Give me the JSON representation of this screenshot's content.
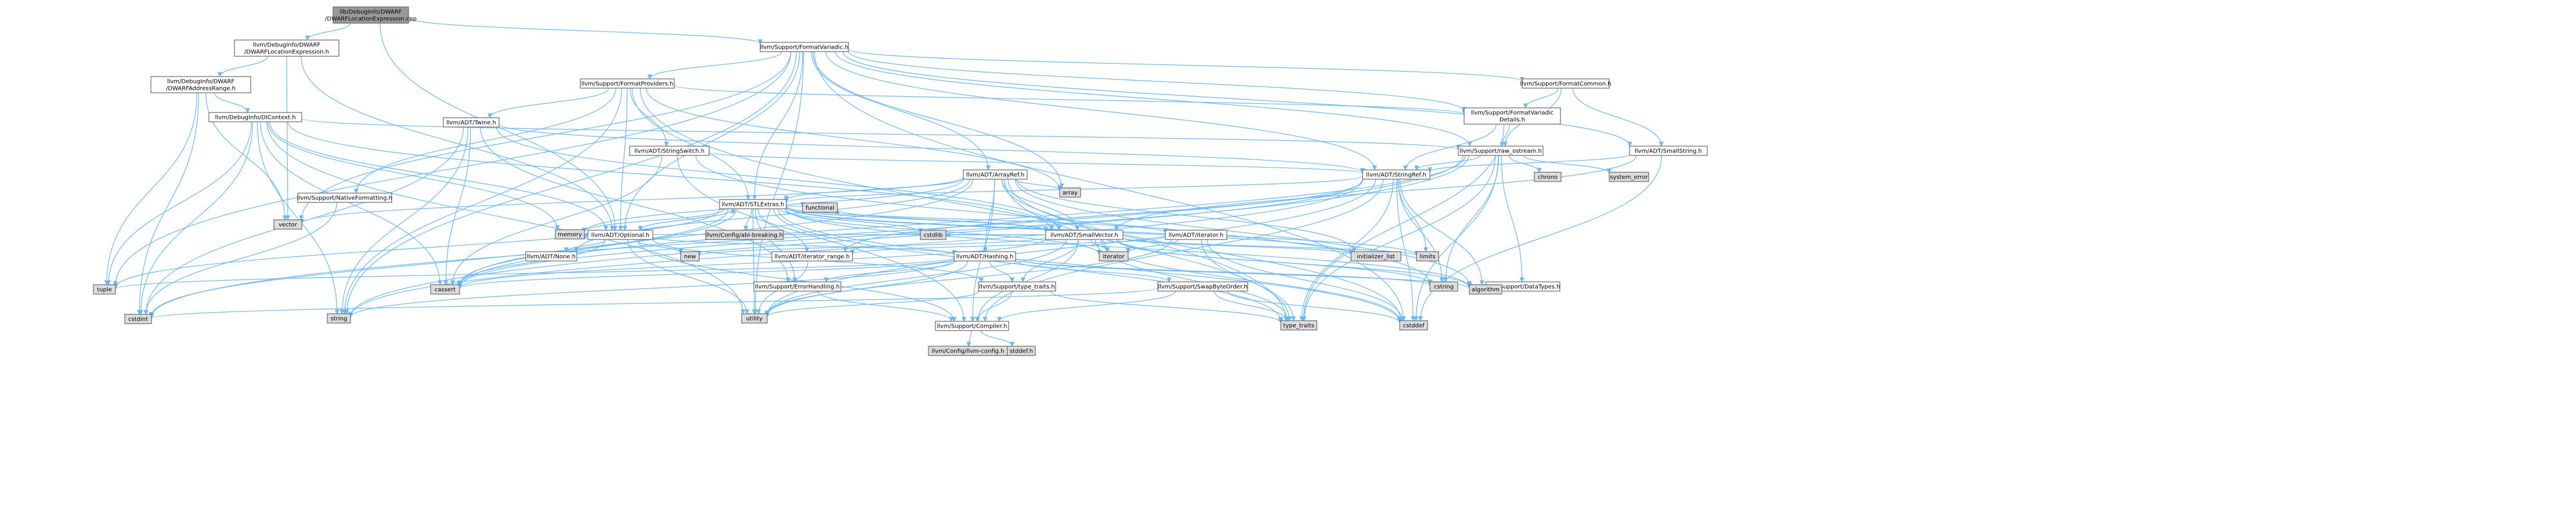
{
  "nodes": [
    {
      "id": "root",
      "lines": [
        "lib/DebugInfo/DWARF",
        "/DWARFLocationExpression.cpp"
      ],
      "fill": "#999999"
    },
    {
      "id": "h_dwarflocexpr",
      "lines": [
        "llvm/DebugInfo/DWARF",
        "/DWARFLocationExpression.h"
      ],
      "fill": "#ffffff"
    },
    {
      "id": "h_addrrange",
      "lines": [
        "llvm/DebugInfo/DWARF",
        "/DWARFAddressRange.h"
      ],
      "fill": "#ffffff"
    },
    {
      "id": "h_dicontext",
      "lines": [
        "llvm/DebugInfo/DIContext.h"
      ],
      "fill": "#ffffff",
      "stroke": "#ff0000",
      "text": "#ff0000"
    },
    {
      "id": "h_formatvariadic",
      "lines": [
        "llvm/Support/FormatVariadic.h"
      ],
      "fill": "#ffffff"
    },
    {
      "id": "h_formatproviders",
      "lines": [
        "llvm/Support/FormatProviders.h"
      ],
      "fill": "#ffffff"
    },
    {
      "id": "h_formatcommon",
      "lines": [
        "llvm/Support/FormatCommon.h"
      ],
      "fill": "#ffffff"
    },
    {
      "id": "h_fvdetails",
      "lines": [
        "llvm/Support/FormatVariadic",
        "Details.h"
      ],
      "fill": "#ffffff"
    },
    {
      "id": "h_twine",
      "lines": [
        "llvm/ADT/Twine.h"
      ],
      "fill": "#ffffff"
    },
    {
      "id": "h_stringswitch",
      "lines": [
        "llvm/ADT/StringSwitch.h"
      ],
      "fill": "#ffffff"
    },
    {
      "id": "h_rawostream",
      "lines": [
        "llvm/Support/raw_ostream.h"
      ],
      "fill": "#ffffff"
    },
    {
      "id": "h_smallstring",
      "lines": [
        "llvm/ADT/SmallString.h"
      ],
      "fill": "#ffffff"
    },
    {
      "id": "h_arrayref",
      "lines": [
        "llvm/ADT/ArrayRef.h"
      ],
      "fill": "#ffffff"
    },
    {
      "id": "h_stringref",
      "lines": [
        "llvm/ADT/StringRef.h"
      ],
      "fill": "#ffffff"
    },
    {
      "id": "h_nativeformatting",
      "lines": [
        "llvm/Support/NativeFormatting.h"
      ],
      "fill": "#ffffff"
    },
    {
      "id": "h_stlextras",
      "lines": [
        "llvm/ADT/STLExtras.h"
      ],
      "fill": "#ffffff"
    },
    {
      "id": "h_optional",
      "lines": [
        "llvm/ADT/Optional.h"
      ],
      "fill": "#ffffff"
    },
    {
      "id": "h_abibreaking",
      "lines": [
        "llvm/Config/abi-breaking.h"
      ],
      "fill": "#dddddd"
    },
    {
      "id": "h_smallvector",
      "lines": [
        "llvm/ADT/SmallVector.h"
      ],
      "fill": "#ffffff",
      "stroke": "#ff0000",
      "text": "#ff0000"
    },
    {
      "id": "h_iterator",
      "lines": [
        "llvm/ADT/iterator.h"
      ],
      "fill": "#ffffff"
    },
    {
      "id": "h_none",
      "lines": [
        "llvm/ADT/None.h"
      ],
      "fill": "#ffffff"
    },
    {
      "id": "h_iteratorrange",
      "lines": [
        "llvm/ADT/iterator_range.h"
      ],
      "fill": "#ffffff"
    },
    {
      "id": "h_hashing",
      "lines": [
        "llvm/ADT/Hashing.h"
      ],
      "fill": "#ffffff"
    },
    {
      "id": "h_errorhandling",
      "lines": [
        "llvm/Support/ErrorHandling.h"
      ],
      "fill": "#ffffff"
    },
    {
      "id": "h_typetraits",
      "lines": [
        "llvm/Support/type_traits.h"
      ],
      "fill": "#ffffff"
    },
    {
      "id": "h_swapbyteorder",
      "lines": [
        "llvm/Support/SwapByteOrder.h"
      ],
      "fill": "#ffffff",
      "stroke": "#ff0000",
      "text": "#ff0000"
    },
    {
      "id": "h_datatypes",
      "lines": [
        "llvm/Support/DataTypes.h"
      ],
      "fill": "#ffffff",
      "stroke": "#ff0000",
      "text": "#ff0000"
    },
    {
      "id": "h_compiler",
      "lines": [
        "llvm/Support/Compiler.h"
      ],
      "fill": "#ffffff"
    },
    {
      "id": "h_llvmconfig",
      "lines": [
        "llvm/Config/llvm-config.h"
      ],
      "fill": "#dddddd"
    },
    {
      "id": "s_vector",
      "lines": [
        "vector"
      ],
      "fill": "#dddddd"
    },
    {
      "id": "s_tuple",
      "lines": [
        "tuple"
      ],
      "fill": "#dddddd"
    },
    {
      "id": "s_cstdint",
      "lines": [
        "cstdint"
      ],
      "fill": "#dddddd"
    },
    {
      "id": "s_string",
      "lines": [
        "string"
      ],
      "fill": "#dddddd"
    },
    {
      "id": "s_cassert",
      "lines": [
        "cassert"
      ],
      "fill": "#dddddd"
    },
    {
      "id": "s_memory",
      "lines": [
        "memory"
      ],
      "fill": "#dddddd"
    },
    {
      "id": "s_utility",
      "lines": [
        "utility"
      ],
      "fill": "#dddddd"
    },
    {
      "id": "s_new",
      "lines": [
        "new"
      ],
      "fill": "#dddddd"
    },
    {
      "id": "s_functional",
      "lines": [
        "functional"
      ],
      "fill": "#dddddd"
    },
    {
      "id": "s_cstdlib",
      "lines": [
        "cstdlib"
      ],
      "fill": "#dddddd"
    },
    {
      "id": "s_iterator",
      "lines": [
        "iterator"
      ],
      "fill": "#dddddd"
    },
    {
      "id": "s_initlist",
      "lines": [
        "initializer_list"
      ],
      "fill": "#dddddd"
    },
    {
      "id": "s_limits",
      "lines": [
        "limits"
      ],
      "fill": "#dddddd"
    },
    {
      "id": "s_algorithm",
      "lines": [
        "algorithm"
      ],
      "fill": "#dddddd"
    },
    {
      "id": "s_cstring",
      "lines": [
        "cstring"
      ],
      "fill": "#dddddd"
    },
    {
      "id": "s_typetraits",
      "lines": [
        "type_traits"
      ],
      "fill": "#dddddd"
    },
    {
      "id": "s_cstddef",
      "lines": [
        "cstddef"
      ],
      "fill": "#dddddd"
    },
    {
      "id": "s_stddef",
      "lines": [
        "stddef.h"
      ],
      "fill": "#dddddd"
    },
    {
      "id": "s_array",
      "lines": [
        "array"
      ],
      "fill": "#dddddd"
    },
    {
      "id": "s_chrono",
      "lines": [
        "chrono"
      ],
      "fill": "#dddddd"
    },
    {
      "id": "s_systemerror",
      "lines": [
        "system_error"
      ],
      "fill": "#dddddd"
    }
  ],
  "edges": [
    [
      "root",
      "h_dwarflocexpr"
    ],
    [
      "root",
      "h_formatvariadic"
    ],
    [
      "root",
      "h_optional"
    ],
    [
      "h_dwarflocexpr",
      "h_addrrange"
    ],
    [
      "h_dwarflocexpr",
      "s_vector"
    ],
    [
      "h_dwarflocexpr",
      "h_optional"
    ],
    [
      "h_addrrange",
      "h_dicontext"
    ],
    [
      "h_addrrange",
      "s_cstdint"
    ],
    [
      "h_addrrange",
      "s_tuple"
    ],
    [
      "h_addrrange",
      "s_vector"
    ],
    [
      "h_dicontext",
      "h_smallvector"
    ],
    [
      "h_dicontext",
      "h_rawostream"
    ],
    [
      "h_dicontext",
      "h_optional"
    ],
    [
      "h_dicontext",
      "s_cassert"
    ],
    [
      "h_dicontext",
      "s_cstdint"
    ],
    [
      "h_dicontext",
      "s_memory"
    ],
    [
      "h_dicontext",
      "s_string"
    ],
    [
      "h_dicontext",
      "s_tuple"
    ],
    [
      "h_dicontext",
      "s_utility"
    ],
    [
      "h_formatvariadic",
      "h_arrayref"
    ],
    [
      "h_formatvariadic",
      "h_optional"
    ],
    [
      "h_formatvariadic",
      "h_stlextras"
    ],
    [
      "h_formatvariadic",
      "h_smallstring"
    ],
    [
      "h_formatvariadic",
      "h_stringref"
    ],
    [
      "h_formatvariadic",
      "h_formatcommon"
    ],
    [
      "h_formatvariadic",
      "h_formatproviders"
    ],
    [
      "h_formatvariadic",
      "h_fvdetails"
    ],
    [
      "h_formatvariadic",
      "h_rawostream"
    ],
    [
      "h_formatvariadic",
      "s_array"
    ],
    [
      "h_formatvariadic",
      "s_cstddef"
    ],
    [
      "h_formatvariadic",
      "s_string"
    ],
    [
      "h_formatvariadic",
      "s_tuple"
    ],
    [
      "h_formatvariadic",
      "s_utility"
    ],
    [
      "h_formatvariadic",
      "s_vector"
    ],
    [
      "h_formatproviders",
      "h_optional"
    ],
    [
      "h_formatproviders",
      "h_stlextras"
    ],
    [
      "h_formatproviders",
      "h_stringswitch"
    ],
    [
      "h_formatproviders",
      "h_twine"
    ],
    [
      "h_formatproviders",
      "h_fvdetails"
    ],
    [
      "h_formatproviders",
      "h_nativeformatting"
    ],
    [
      "h_formatproviders",
      "s_array"
    ],
    [
      "h_formatproviders",
      "s_string"
    ],
    [
      "h_formatproviders",
      "s_typetraits"
    ],
    [
      "h_formatcommon",
      "h_smallstring"
    ],
    [
      "h_formatcommon",
      "h_fvdetails"
    ],
    [
      "h_formatcommon",
      "h_rawostream"
    ],
    [
      "h_fvdetails",
      "h_stringref"
    ],
    [
      "h_fvdetails",
      "h_rawostream"
    ],
    [
      "h_fvdetails",
      "s_typetraits"
    ],
    [
      "h_twine",
      "h_smallvector"
    ],
    [
      "h_twine",
      "h_stringref"
    ],
    [
      "h_twine",
      "h_errorhandling"
    ],
    [
      "h_twine",
      "s_cassert"
    ],
    [
      "h_twine",
      "s_cstdint"
    ],
    [
      "h_twine",
      "s_string"
    ],
    [
      "h_stringswitch",
      "h_stringref"
    ],
    [
      "h_stringswitch",
      "h_compiler"
    ],
    [
      "h_stringswitch",
      "s_cassert"
    ],
    [
      "h_stringswitch",
      "s_cstring"
    ],
    [
      "h_rawostream",
      "h_stringref"
    ],
    [
      "h_rawostream",
      "h_datatypes"
    ],
    [
      "h_rawostream",
      "s_cassert"
    ],
    [
      "h_rawostream",
      "s_chrono"
    ],
    [
      "h_rawostream",
      "s_cstddef"
    ],
    [
      "h_rawostream",
      "s_cstdint"
    ],
    [
      "h_rawostream",
      "s_cstring"
    ],
    [
      "h_rawostream",
      "s_string"
    ],
    [
      "h_rawostream",
      "s_systemerror"
    ],
    [
      "h_rawostream",
      "s_typetraits"
    ],
    [
      "h_smallstring",
      "h_smallvector"
    ],
    [
      "h_smallstring",
      "h_stringref"
    ],
    [
      "h_smallstring",
      "s_cstddef"
    ],
    [
      "h_arrayref",
      "h_hashing"
    ],
    [
      "h_arrayref",
      "h_none"
    ],
    [
      "h_arrayref",
      "h_smallvector"
    ],
    [
      "h_arrayref",
      "h_stlextras"
    ],
    [
      "h_arrayref",
      "h_compiler"
    ],
    [
      "h_arrayref",
      "s_algorithm"
    ],
    [
      "h_arrayref",
      "s_array"
    ],
    [
      "h_arrayref",
      "s_cassert"
    ],
    [
      "h_arrayref",
      "s_cstddef"
    ],
    [
      "h_arrayref",
      "s_initlist"
    ],
    [
      "h_arrayref",
      "s_iterator"
    ],
    [
      "h_arrayref",
      "s_memory"
    ],
    [
      "h_arrayref",
      "s_typetraits"
    ],
    [
      "h_arrayref",
      "s_vector"
    ],
    [
      "h_stringref",
      "h_stlextras"
    ],
    [
      "h_stringref",
      "h_iteratorrange"
    ],
    [
      "h_stringref",
      "h_compiler"
    ],
    [
      "h_stringref",
      "s_algorithm"
    ],
    [
      "h_stringref",
      "s_cassert"
    ],
    [
      "h_stringref",
      "s_cstddef"
    ],
    [
      "h_stringref",
      "s_cstring"
    ],
    [
      "h_stringref",
      "s_limits"
    ],
    [
      "h_stringref",
      "s_string"
    ],
    [
      "h_stringref",
      "s_typetraits"
    ],
    [
      "h_stringref",
      "s_utility"
    ],
    [
      "h_nativeformatting",
      "s_cstdint"
    ],
    [
      "h_stlextras",
      "h_optional"
    ],
    [
      "h_stlextras",
      "h_abibreaking"
    ],
    [
      "h_stlextras",
      "h_smallvector"
    ],
    [
      "h_stlextras",
      "h_iterator"
    ],
    [
      "h_stlextras",
      "h_iteratorrange"
    ],
    [
      "h_stlextras",
      "h_errorhandling"
    ],
    [
      "h_stlextras",
      "s_algorithm"
    ],
    [
      "h_stlextras",
      "s_cassert"
    ],
    [
      "h_stlextras",
      "s_cstddef"
    ],
    [
      "h_stlextras",
      "s_cstdint"
    ],
    [
      "h_stlextras",
      "s_cstdlib"
    ],
    [
      "h_stlextras",
      "s_functional"
    ],
    [
      "h_stlextras",
      "s_initlist"
    ],
    [
      "h_stlextras",
      "s_iterator"
    ],
    [
      "h_stlextras",
      "s_limits"
    ],
    [
      "h_stlextras",
      "s_memory"
    ],
    [
      "h_stlextras",
      "s_tuple"
    ],
    [
      "h_stlextras",
      "s_typetraits"
    ],
    [
      "h_stlextras",
      "s_utility"
    ],
    [
      "h_optional",
      "h_hashing"
    ],
    [
      "h_optional",
      "h_none"
    ],
    [
      "h_optional",
      "h_stlextras"
    ],
    [
      "h_optional",
      "h_compiler"
    ],
    [
      "h_optional",
      "h_typetraits"
    ],
    [
      "h_optional",
      "s_cassert"
    ],
    [
      "h_optional",
      "s_memory"
    ],
    [
      "h_optional",
      "s_new"
    ],
    [
      "h_optional",
      "s_utility"
    ],
    [
      "h_smallvector",
      "h_compiler"
    ],
    [
      "h_smallvector",
      "h_typetraits"
    ],
    [
      "h_smallvector",
      "s_algorithm"
    ],
    [
      "h_smallvector",
      "s_cassert"
    ],
    [
      "h_smallvector",
      "s_cstddef"
    ],
    [
      "h_smallvector",
      "s_cstdlib"
    ],
    [
      "h_smallvector",
      "s_cstring"
    ],
    [
      "h_smallvector",
      "s_functional"
    ],
    [
      "h_smallvector",
      "s_initlist"
    ],
    [
      "h_smallvector",
      "s_iterator"
    ],
    [
      "h_smallvector",
      "s_limits"
    ],
    [
      "h_smallvector",
      "s_memory"
    ],
    [
      "h_smallvector",
      "s_new"
    ],
    [
      "h_smallvector",
      "s_typetraits"
    ],
    [
      "h_smallvector",
      "s_utility"
    ],
    [
      "h_iterator",
      "h_iteratorrange"
    ],
    [
      "h_iterator",
      "s_cstddef"
    ],
    [
      "h_iterator",
      "s_iterator"
    ],
    [
      "h_iterator",
      "s_typetraits"
    ],
    [
      "h_iterator",
      "s_utility"
    ],
    [
      "h_iteratorrange",
      "s_utility"
    ],
    [
      "h_hashing",
      "h_errorhandling"
    ],
    [
      "h_hashing",
      "h_swapbyteorder"
    ],
    [
      "h_hashing",
      "h_typetraits"
    ],
    [
      "h_hashing",
      "s_algorithm"
    ],
    [
      "h_hashing",
      "s_cassert"
    ],
    [
      "h_hashing",
      "s_cstring"
    ],
    [
      "h_hashing",
      "s_string"
    ],
    [
      "h_hashing",
      "s_tuple"
    ],
    [
      "h_hashing",
      "s_utility"
    ],
    [
      "h_errorhandling",
      "h_compiler"
    ],
    [
      "h_typetraits",
      "h_compiler"
    ],
    [
      "h_typetraits",
      "s_typetraits"
    ],
    [
      "h_typetraits",
      "s_utility"
    ],
    [
      "h_swapbyteorder",
      "h_compiler"
    ],
    [
      "h_swapbyteorder",
      "s_cstddef"
    ],
    [
      "h_swapbyteorder",
      "s_cstdint"
    ],
    [
      "h_swapbyteorder",
      "s_typetraits"
    ],
    [
      "h_compiler",
      "h_llvmconfig"
    ],
    [
      "h_compiler",
      "s_stddef"
    ]
  ]
}
